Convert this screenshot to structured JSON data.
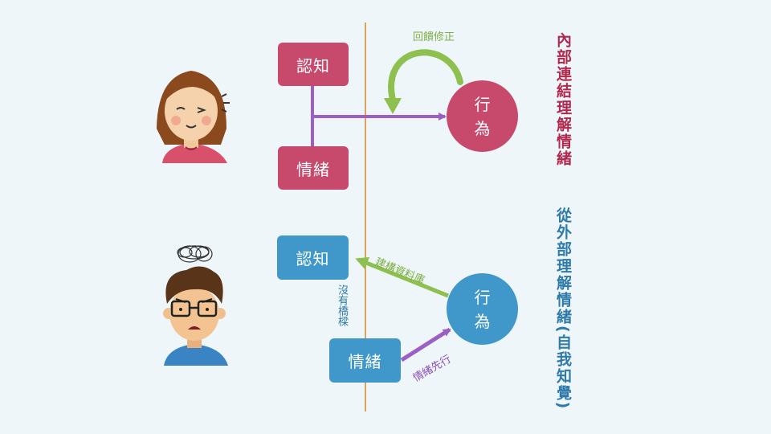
{
  "top": {
    "cognition": "認知",
    "emotion": "情緒",
    "behavior_line1": "行",
    "behavior_line2": "為",
    "feedback_label": "回饋修正",
    "side_title": "內部連結理解情緒"
  },
  "bottom": {
    "cognition": "認知",
    "emotion": "情緒",
    "behavior_line1": "行",
    "behavior_line2": "為",
    "build_db_label": "建構資料庫",
    "emotion_first_label": "情緒先行",
    "no_bridge_label": "沒有橋樑",
    "side_title": "從外部理解情緒(自我知覺)"
  },
  "colors": {
    "background": "#eef6f9",
    "pink": "#c7496b",
    "blue": "#3f98c9",
    "purple": "#9b5fc6",
    "green": "#8dc04f",
    "divider": "#e0a15a",
    "top_title": "#b0294f",
    "bottom_title": "#2e7aa8"
  }
}
